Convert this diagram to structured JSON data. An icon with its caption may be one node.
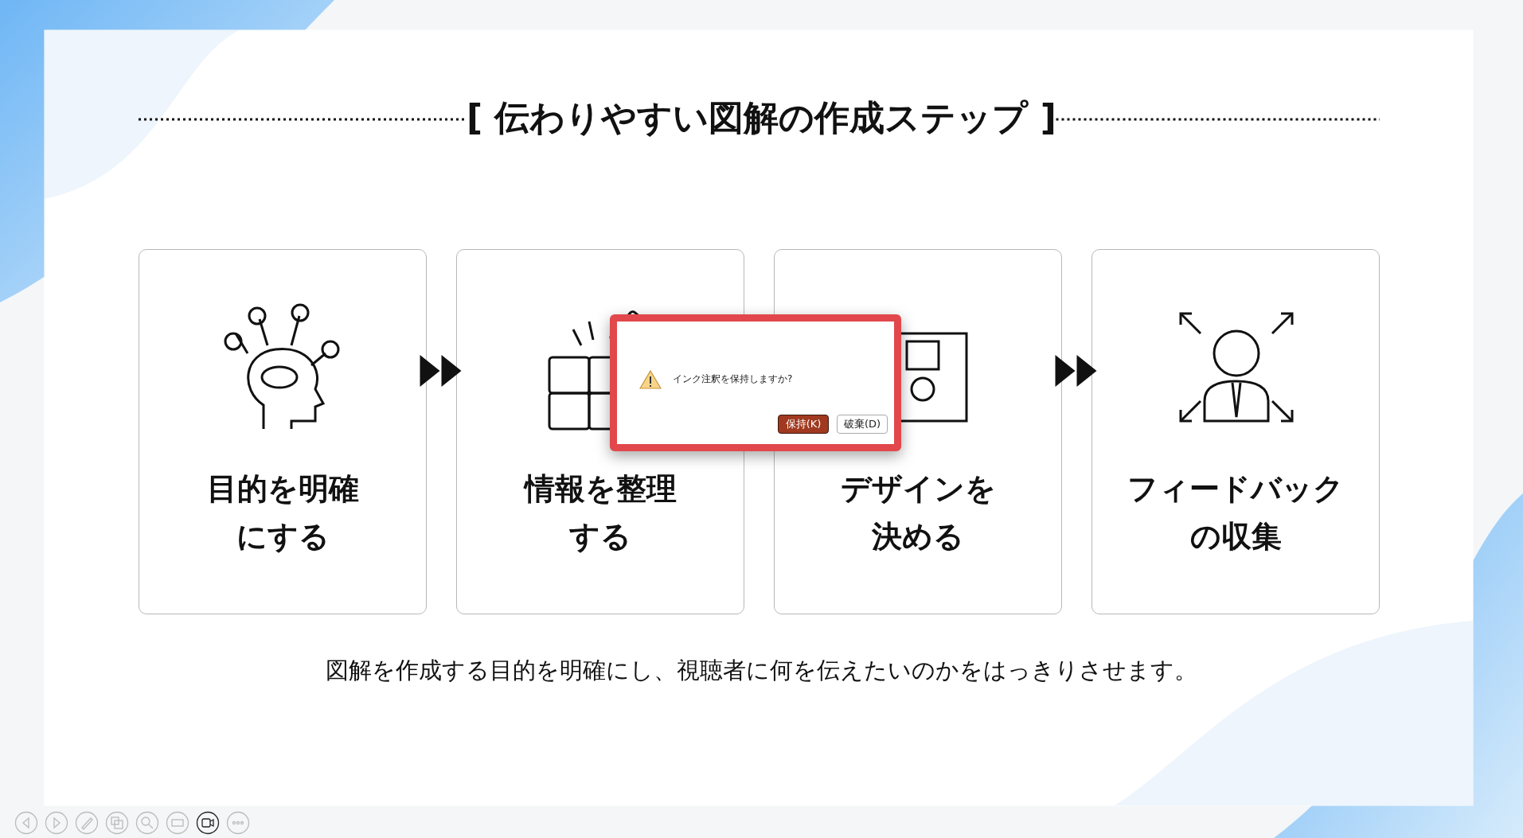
{
  "diagram": {
    "title": "[ 伝わりやすい図解の作成ステップ ]",
    "nodes": [
      {
        "text": [
          "目的を明確にする"
        ]
      },
      {
        "text": [
          "情報を整理する"
        ]
      },
      {
        "text": [
          "デザインを決める"
        ]
      },
      {
        "text": [
          "フィードバックの収集"
        ]
      }
    ],
    "edges": [
      {
        "from": 0,
        "to": 1,
        "arrow": "to"
      },
      {
        "from": 2,
        "to": 3,
        "arrow": "to"
      }
    ],
    "labels": [
      "図解を作成する目的を明確にし、視聴者に何を伝えたいのかをはっきりさせます。",
      "インク注釈を保持しますか?",
      "保持(K)",
      "破棄(D)"
    ]
  }
}
